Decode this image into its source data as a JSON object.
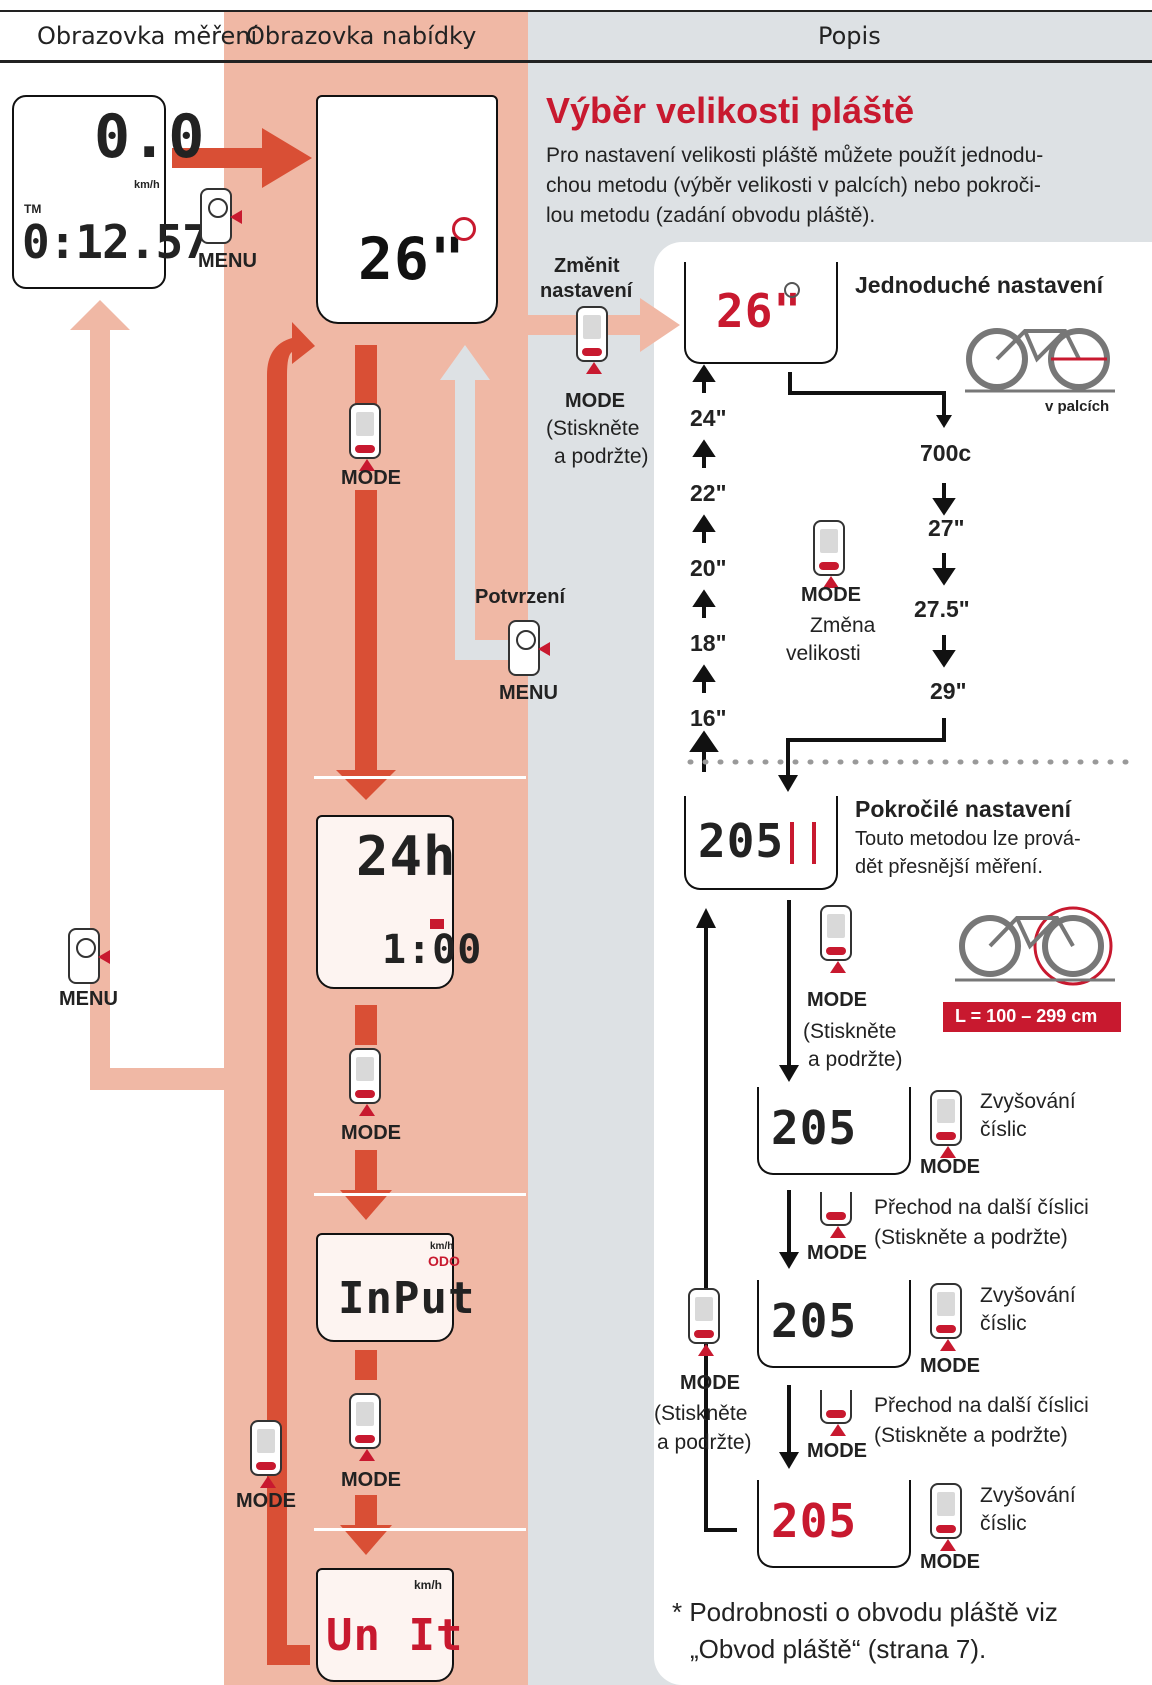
{
  "columns": {
    "measurement": "Obrazovka měření",
    "menu": "Obrazovka nabídky",
    "description": "Popis"
  },
  "measurement_screen": {
    "speed": "0.0",
    "speed_unit": "km/h",
    "tm_label": "TM",
    "time": "0:12.57",
    "menu_label": "MENU",
    "menu_label_lower": "MENU"
  },
  "menu_screens": {
    "wheel_size": "26\"",
    "clock": "24h",
    "clock_time": "1:00",
    "odo_unit": "km/h",
    "odo_label": "ODO",
    "odo_text": "InPut",
    "unit_unit": "km/h",
    "unit_text": "Un It",
    "mode_labels": [
      "MODE",
      "MODE",
      "MODE",
      "MODE"
    ],
    "top_menu_label": "MENU",
    "confirm_label": "Potvrzení",
    "confirm_menu": "MENU"
  },
  "description": {
    "title": "Výběr velikosti pláště",
    "intro_lines": [
      "Pro nastavení velikosti pláště můžete použít jednodu-",
      "chou metodu (výběr velikosti v palcích) nebo pokroči-",
      "lou metodu (zadání obvodu pláště)."
    ],
    "change_setting": [
      "Změnit",
      "nastavení"
    ],
    "change_mode": "MODE",
    "press_hold": [
      "(Stiskněte",
      "a podržte)"
    ],
    "simple": {
      "title": "Jednoduché nastavení",
      "display": "26\"",
      "in_inches": "v palcích",
      "sizes_up": [
        "24\"",
        "22\"",
        "20\"",
        "18\"",
        "16\""
      ],
      "sizes_down": [
        "700c",
        "27\"",
        "27.5\"",
        "29\""
      ],
      "mode_label": "MODE",
      "change_size": [
        "Změna",
        "velikosti"
      ]
    },
    "advanced": {
      "title": "Pokročilé nastavení",
      "subtitle": [
        "Touto metodou lze prová-",
        "dět přesnější měření."
      ],
      "display": "205",
      "range": "L = 100 – 299 cm",
      "mode_label": "MODE",
      "press_hold": [
        "(Stiskněte",
        "a podržte)"
      ],
      "increase": [
        "Zvyšování",
        "číslic"
      ],
      "next_digit": [
        "Přechod na další číslici",
        "(Stiskněte a podržte)"
      ],
      "mode_labels": [
        "MODE",
        "MODE",
        "MODE",
        "MODE",
        "MODE",
        "MODE",
        "MODE"
      ],
      "left_mode": "MODE",
      "left_press_hold": [
        "(Stiskněte",
        "a podržte)"
      ]
    },
    "footnote": [
      "* Podrobnosti o obvodu pláště viz",
      "„Obvod pláště“ (strana 7)."
    ]
  },
  "colors": {
    "salmon": "#f0b8a5",
    "arrow_red": "#d94f35",
    "light_gray": "#dde1e4",
    "brand_red": "#c8192f"
  }
}
